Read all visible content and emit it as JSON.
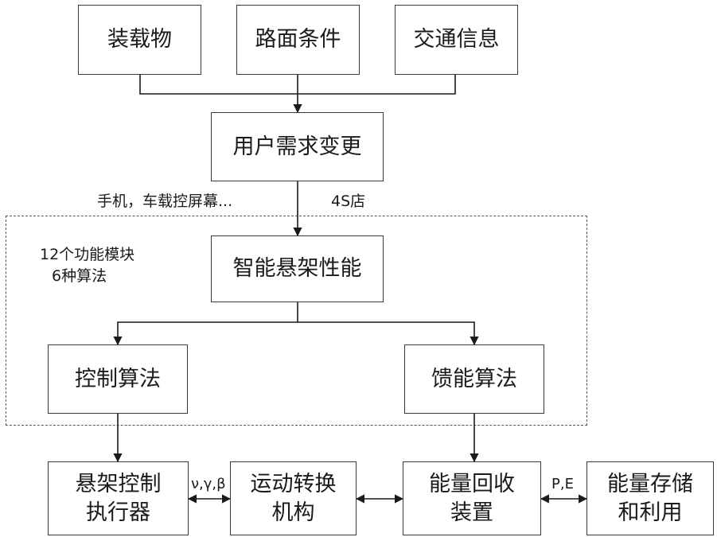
{
  "nodes": {
    "cargo": "装载物",
    "road": "路面条件",
    "traffic": "交通信息",
    "user_demand": "用户需求变更",
    "smart_suspension": "智能悬架性能",
    "control_algo": "控制算法",
    "regen_algo": "馈能算法",
    "actuator": [
      "悬架控制",
      "执行器"
    ],
    "motion_convert": [
      "运动转换",
      "机构"
    ],
    "energy_recovery": [
      "能量回收",
      "装置"
    ],
    "energy_storage": [
      "能量存储",
      "和利用"
    ]
  },
  "labels": {
    "channels": "手机，车载控屏幕...",
    "store": "4S店",
    "modules": "12个功能模块",
    "algorithms": "6种算法",
    "vgb": "ν,γ,β",
    "pe": "P,E"
  }
}
